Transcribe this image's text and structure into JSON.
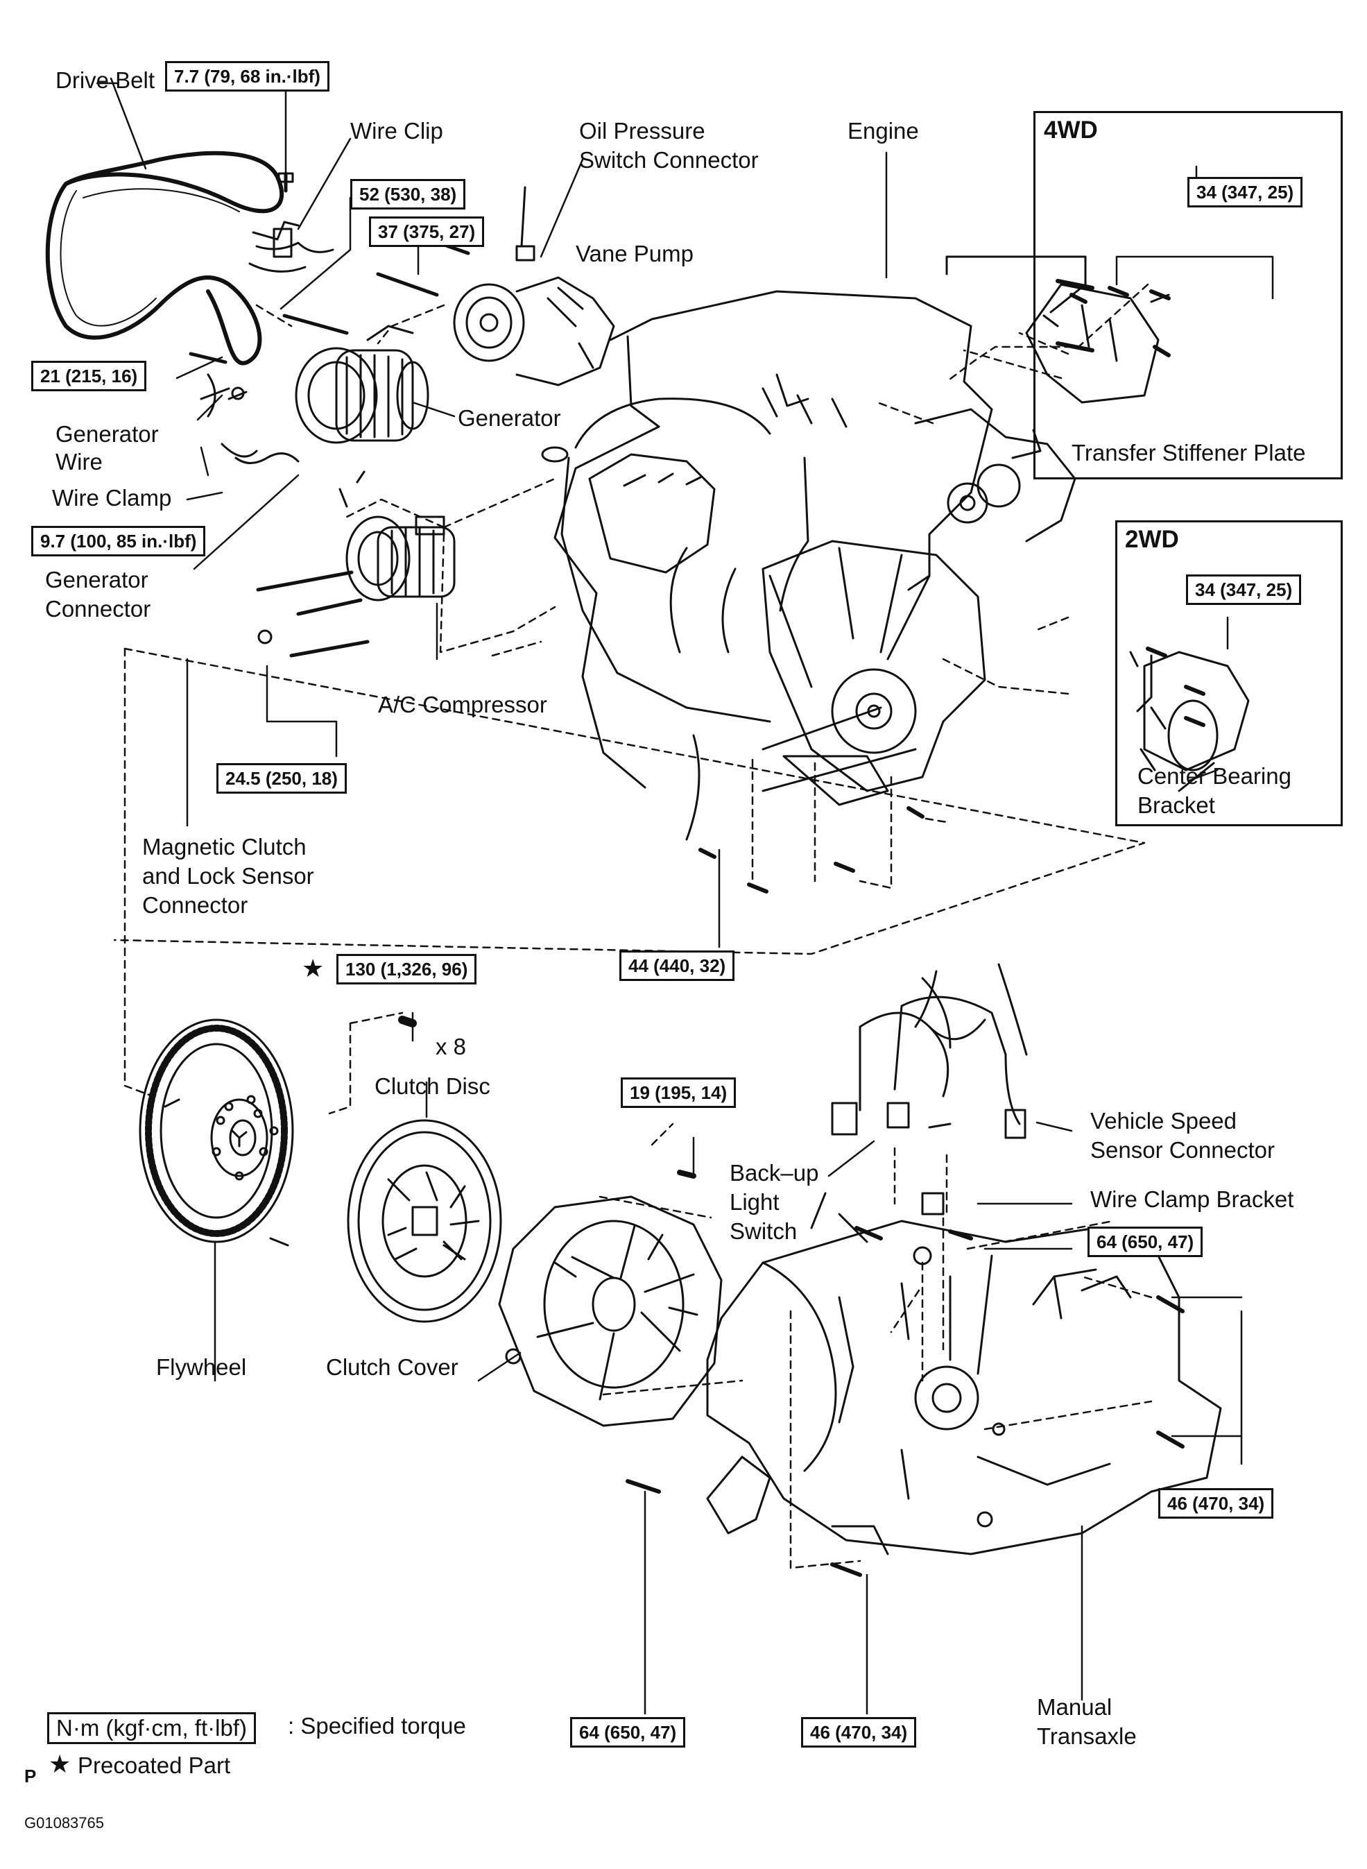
{
  "parts": {
    "drive_belt": "Drive Belt",
    "wire_clip": "Wire Clip",
    "oil_pressure_switch_connector": [
      "Oil Pressure",
      "Switch Connector"
    ],
    "vane_pump": "Vane Pump",
    "engine": "Engine",
    "generator": "Generator",
    "generator_wire": [
      "Generator",
      "Wire"
    ],
    "wire_clamp": "Wire Clamp",
    "generator_connector": [
      "Generator",
      "Connector"
    ],
    "ac_compressor": "A/C Compressor",
    "magnetic_clutch": [
      "Magnetic Clutch",
      "and Lock Sensor",
      "Connector"
    ],
    "transfer_stiffener_plate": "Transfer Stiffener Plate",
    "center_bearing_bracket": [
      "Center Bearing",
      "Bracket"
    ],
    "x8": "x 8",
    "clutch_disc": "Clutch Disc",
    "flywheel": "Flywheel",
    "clutch_cover": "Clutch Cover",
    "backup_light_switch": [
      "Back–up",
      "Light",
      "Switch"
    ],
    "vehicle_speed_sensor": [
      "Vehicle Speed",
      "Sensor Connector"
    ],
    "wire_clamp_bracket": "Wire Clamp Bracket",
    "manual_transaxle": [
      "Manual",
      "Transaxle"
    ]
  },
  "panels": {
    "fourwd": "4WD",
    "twowd": "2WD"
  },
  "torque": {
    "t_drive_belt": "7.7 (79, 68 in.·lbf)",
    "t_52": "52 (530, 38)",
    "t_37": "37 (375, 27)",
    "t_21": "21 (215, 16)",
    "t_97": "9.7 (100, 85 in.·lbf)",
    "t_245": "24.5 (250, 18)",
    "t_4wd": "34 (347, 25)",
    "t_2wd": "34 (347, 25)",
    "t_44": "44 (440, 32)",
    "t_130": "130 (1,326, 96)",
    "t_19": "19 (195, 14)",
    "t_64a": "64 (650, 47)",
    "t_46a": "46 (470, 34)",
    "t_64b": "64 (650, 47)",
    "t_46b": "46 (470, 34)"
  },
  "legend": {
    "unit_box": "N·m (kgf·cm, ft·lbf)",
    "unit_text": ": Specified torque",
    "star": "★",
    "precoated": "Precoated Part",
    "p": "P",
    "code": "G01083765"
  },
  "colors": {
    "ink": "#111111",
    "paper": "#ffffff"
  }
}
